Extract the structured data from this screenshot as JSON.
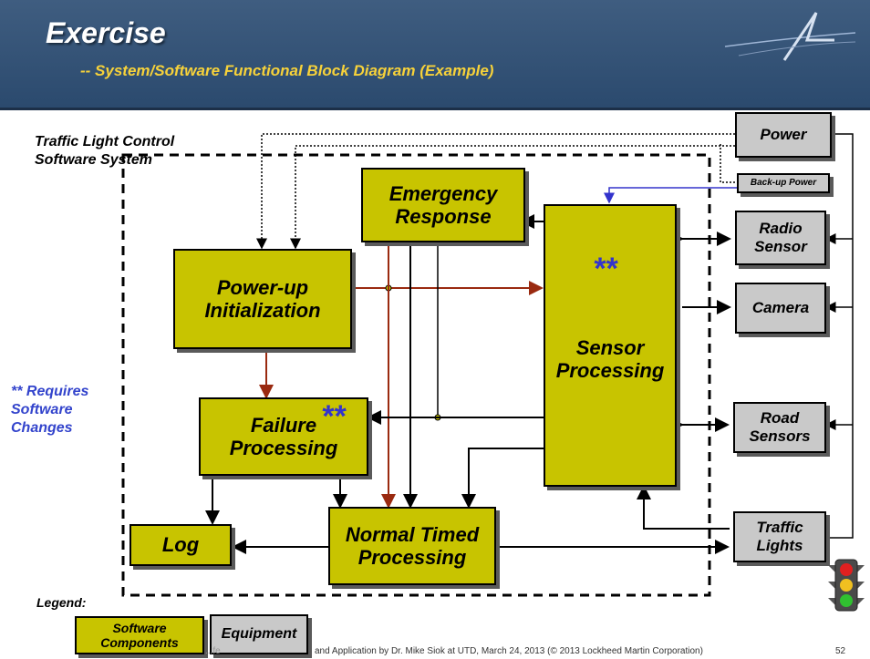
{
  "header": {
    "title": "Exercise",
    "subtitle": "-- System/Software Functional Block Diagram (Example)"
  },
  "system_label": "Traffic Light Control Software System",
  "software_blocks": {
    "emergency": "Emergency Response",
    "powerup": "Power-up Initialization",
    "sensor": "Sensor Processing",
    "failure": "Failure Processing",
    "log": "Log",
    "normal": "Normal Timed Processing"
  },
  "equipment_blocks": {
    "power": "Power",
    "backup": "Back-up Power",
    "radio": "Radio Sensor",
    "camera": "Camera",
    "road": "Road Sensors",
    "traffic": "Traffic Lights"
  },
  "change_marker": "**",
  "requires_note": "** Requires Software Changes",
  "legend": {
    "title": "Legend:",
    "software": "Software Components",
    "equipment": "Equipment"
  },
  "footer": {
    "text_visible_1": "...fe",
    "text_visible_2": "and Application by Dr. Mike Siok at UTD, March 24, 2013 (© 2013 Lockheed Martin Corporation)",
    "page_number": "52"
  },
  "colors": {
    "software_fill": "#c8c400",
    "equipment_fill": "#c9c9c9",
    "header_bg": "#2b4a6e",
    "subtitle": "#f7d23a",
    "marker": "#3333cc",
    "internal_arrow": "#9a2a10"
  }
}
